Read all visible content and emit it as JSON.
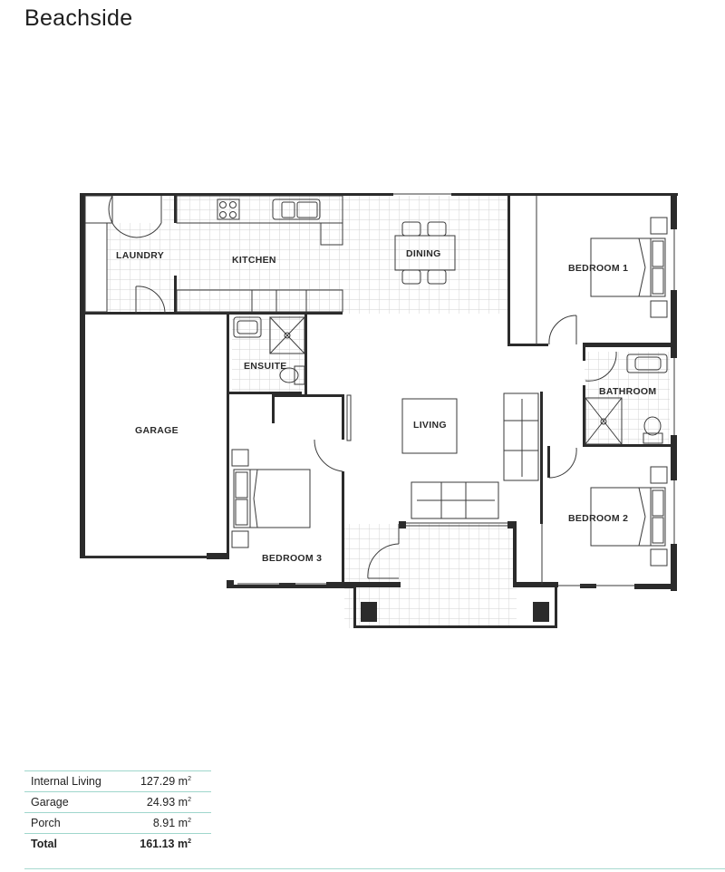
{
  "title": "Beachside",
  "rooms": {
    "laundry": "LAUNDRY",
    "kitchen": "KITCHEN",
    "dining": "DINING",
    "bedroom1": "BEDROOM 1",
    "ensuite": "ENSUITE",
    "bathroom": "BATHROOM",
    "garage": "GARAGE",
    "living": "LIVING",
    "bedroom3": "BEDROOM 3",
    "bedroom2": "BEDROOM 2"
  },
  "areas": {
    "unit_label": "m",
    "unit_sup": "2",
    "rows": [
      {
        "label": "Internal Living",
        "value": "127.29"
      },
      {
        "label": "Garage",
        "value": "24.93"
      },
      {
        "label": "Porch",
        "value": "8.91"
      },
      {
        "label": "Total",
        "value": "161.13"
      }
    ]
  },
  "colors": {
    "wall": "#2b2b2b",
    "tile_grid": "#cfcfcf",
    "table_rule": "#9fd6cc"
  }
}
